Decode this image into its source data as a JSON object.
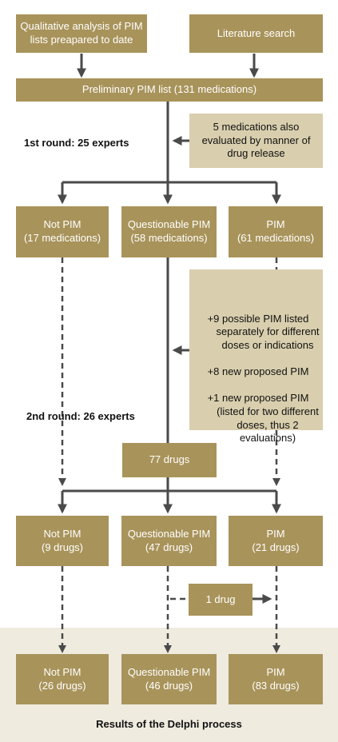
{
  "colors": {
    "box": "#a8935a",
    "note_box": "#d9cfae",
    "arrow": "#4a4a4a",
    "results_band": "#efebdf"
  },
  "top": {
    "qualitative": "Qualitative analysis of PIM lists preapared to date",
    "literature": "Literature search",
    "preliminary": "Preliminary PIM list (131 medications)"
  },
  "round1": {
    "label": "1st round: 25 experts",
    "note": "5 medications also evaluated by manner of drug release",
    "not_pim": "Not PIM\n(17 medications)",
    "questionable": "Questionable PIM\n(58 medications)",
    "pim": "PIM\n(61 medications)"
  },
  "round2": {
    "label": "2nd round: 26 experts",
    "additions": [
      "+9 possible PIM listed separately for different doses or indications",
      "+8 new proposed PIM",
      "+1 new proposed PIM (listed for two different doses, thus 2 evaluations)"
    ],
    "total": "77 drugs",
    "not_pim": "Not PIM\n(9 drugs)",
    "questionable": "Questionable PIM\n(47 drugs)",
    "pim": "PIM\n(21 drugs)",
    "transfer": "1 drug"
  },
  "results": {
    "not_pim": "Not PIM\n(26 drugs)",
    "questionable": "Questionable PIM\n(46 drugs)",
    "pim": "PIM\n(83 drugs)",
    "caption": "Results of the Delphi process"
  }
}
